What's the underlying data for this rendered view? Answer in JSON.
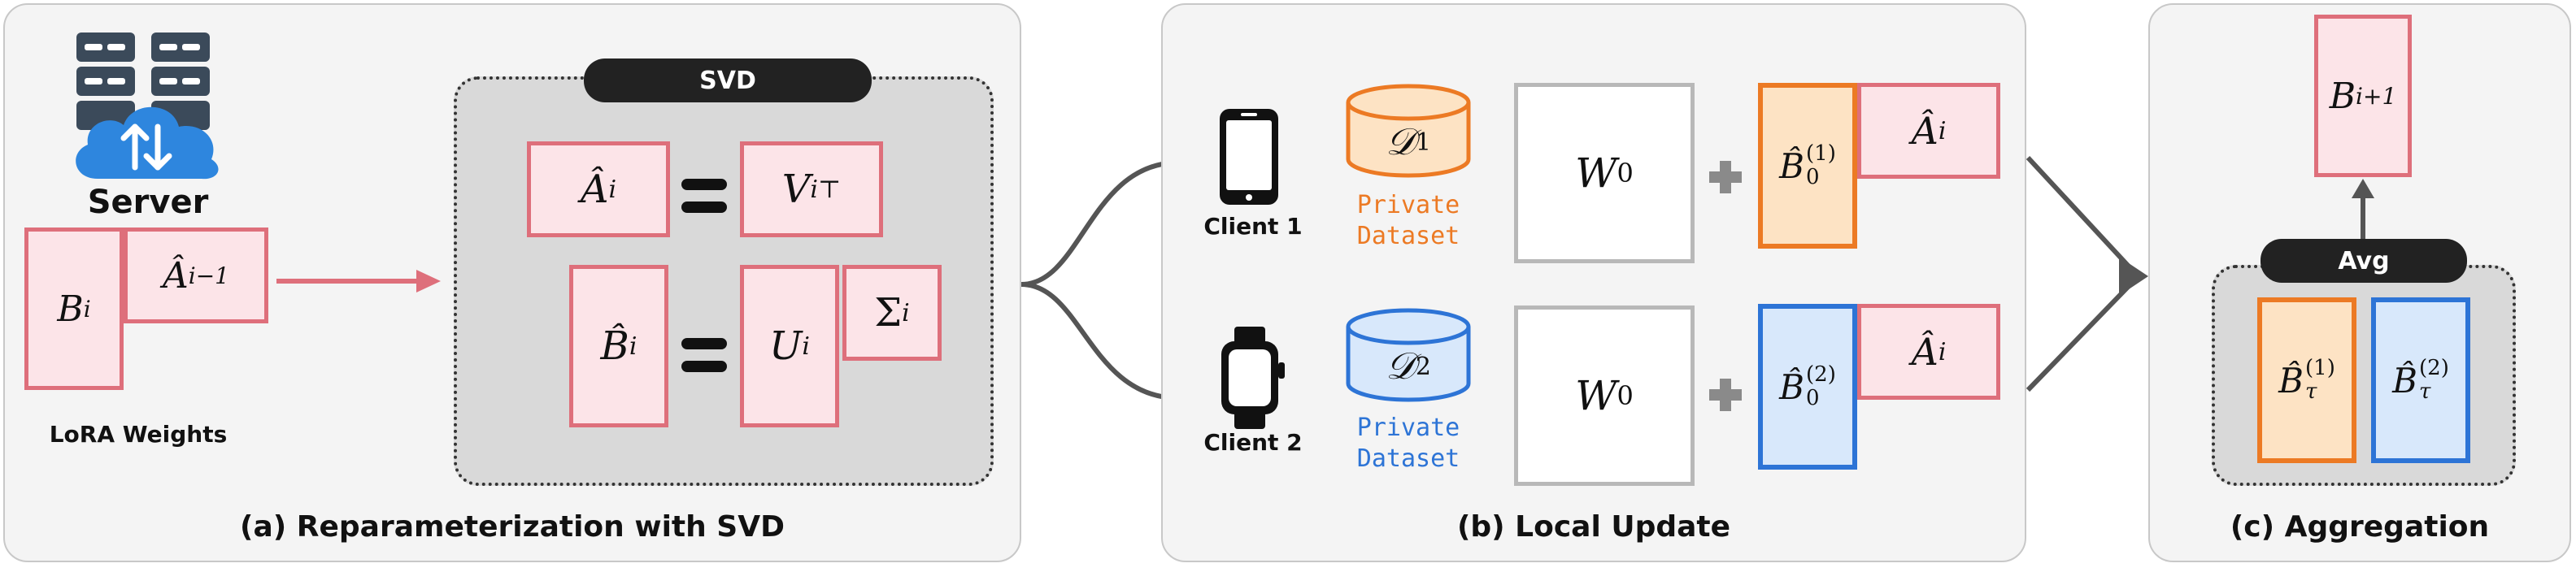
{
  "panel_a": {
    "caption": "(a) Reparameterization with SVD",
    "server_label": "Server",
    "lora_label": "LoRA Weights",
    "B_i": "B",
    "B_i_sub": "i",
    "A_prev": "Â",
    "A_prev_sub": "i−1",
    "svd_label": "SVD",
    "A_hat": "Â",
    "A_hat_sub": "i",
    "V": "V",
    "V_sub": "i",
    "V_sup": "⊤",
    "B_hat": "B̂",
    "B_hat_sub": "i",
    "U": "U",
    "U_sub": "i",
    "Sigma": "Σ",
    "Sigma_sub": "i"
  },
  "panel_b": {
    "caption": "(b) Local Update",
    "client1_label": "Client 1",
    "client2_label": "Client 2",
    "private1": "Private",
    "dataset1": "Dataset",
    "private2": "Private",
    "dataset2": "Dataset",
    "D1": "𝒟",
    "D1_sub": "1",
    "D2": "𝒟",
    "D2_sub": "2",
    "W0_a": "W",
    "W0_a_sub": "0",
    "W0_b": "W",
    "W0_b_sub": "0",
    "B0_1": "B̂",
    "B0_1_sub": "0",
    "B0_1_sup": "(1)",
    "B0_2": "B̂",
    "B0_2_sub": "0",
    "B0_2_sup": "(2)",
    "A_1": "Â",
    "A_1_sub": "i",
    "A_2": "Â",
    "A_2_sub": "i"
  },
  "panel_c": {
    "caption": "(c) Aggregation",
    "avg_label": "Avg",
    "B_next": "B",
    "B_next_sub": "i+1",
    "Btau_1": "B̂",
    "Btau_1_sub": "τ",
    "Btau_1_sup": "(1)",
    "Btau_2": "B̂",
    "Btau_2_sub": "τ",
    "Btau_2_sup": "(2)"
  },
  "colors": {
    "pink_fill": "#fce4e8",
    "pink_border": "#de6f7b",
    "orange_border": "#ec7a24",
    "blue_border": "#2d74d6",
    "cloud_blue": "#2e86de",
    "server_dark": "#3b4a5a"
  },
  "icons": [
    "server-icon",
    "cloud-sync-icon",
    "smartphone-icon",
    "smartwatch-icon",
    "database-icon"
  ]
}
